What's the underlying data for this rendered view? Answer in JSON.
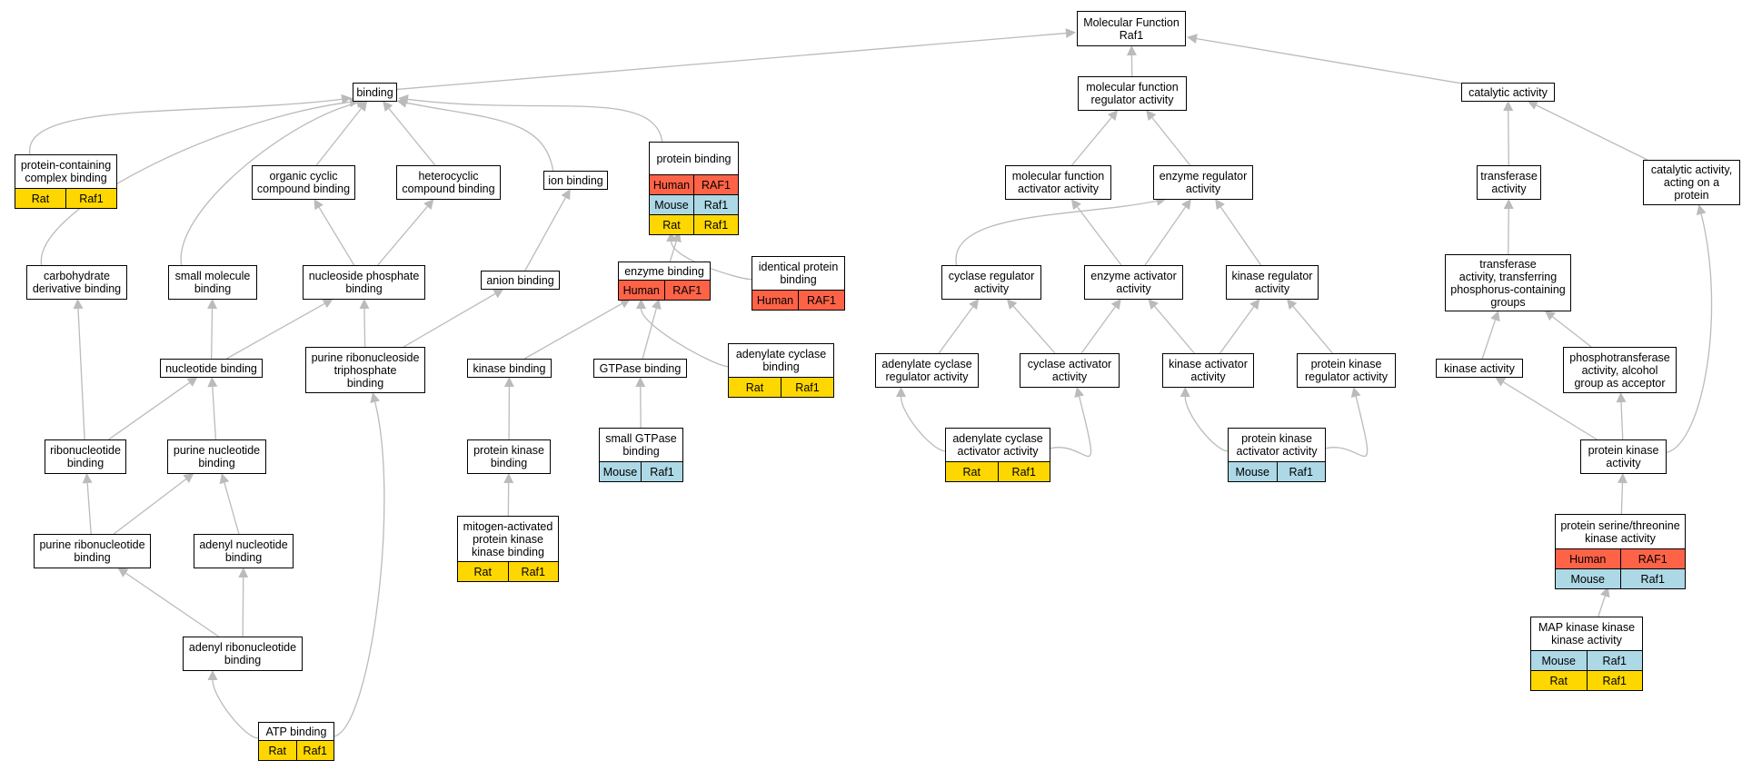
{
  "colors": {
    "human": "#ff6347",
    "mouse": "#add8e6",
    "rat": "#ffd700",
    "edge": "#bbbbbb",
    "border": "#000000"
  },
  "nodes": [
    {
      "id": "mf",
      "label": "Molecular Function\nRaf1",
      "rows": []
    },
    {
      "id": "binding",
      "label": "binding",
      "rows": []
    },
    {
      "id": "mfreg",
      "label": "molecular function\nregulator activity",
      "rows": []
    },
    {
      "id": "catalytic",
      "label": "catalytic activity",
      "rows": []
    },
    {
      "id": "pcb",
      "label": "protein-containing\ncomplex binding",
      "rows": [
        [
          "rat",
          "Rat",
          "Raf1"
        ]
      ]
    },
    {
      "id": "occb",
      "label": "organic cyclic\ncompound binding",
      "rows": []
    },
    {
      "id": "hccb",
      "label": "heterocyclic\ncompound binding",
      "rows": []
    },
    {
      "id": "ionb",
      "label": "ion binding",
      "rows": []
    },
    {
      "id": "protb",
      "label": "protein binding",
      "rows": [
        [
          "human",
          "Human",
          "RAF1"
        ],
        [
          "mouse",
          "Mouse",
          "Raf1"
        ],
        [
          "rat",
          "Rat",
          "Raf1"
        ]
      ]
    },
    {
      "id": "mfact",
      "label": "molecular function\nactivator activity",
      "rows": []
    },
    {
      "id": "enzreg",
      "label": "enzyme regulator\nactivity",
      "rows": []
    },
    {
      "id": "transf",
      "label": "transferase\nactivity",
      "rows": []
    },
    {
      "id": "catprot",
      "label": "catalytic activity,\nacting on a\nprotein",
      "rows": []
    },
    {
      "id": "carb",
      "label": "carbohydrate\nderivative binding",
      "rows": []
    },
    {
      "id": "smb",
      "label": "small molecule\nbinding",
      "rows": []
    },
    {
      "id": "nspb",
      "label": "nucleoside phosphate\nbinding",
      "rows": []
    },
    {
      "id": "anionb",
      "label": "anion binding",
      "rows": []
    },
    {
      "id": "enzb",
      "label": "enzyme binding",
      "rows": [
        [
          "human",
          "Human",
          "RAF1"
        ]
      ]
    },
    {
      "id": "idpb",
      "label": "identical protein\nbinding",
      "rows": [
        [
          "human",
          "Human",
          "RAF1"
        ]
      ]
    },
    {
      "id": "cycreg",
      "label": "cyclase regulator\nactivity",
      "rows": []
    },
    {
      "id": "enzact",
      "label": "enzyme activator\nactivity",
      "rows": []
    },
    {
      "id": "kinreg",
      "label": "kinase regulator\nactivity",
      "rows": []
    },
    {
      "id": "tpcg",
      "label": "transferase\nactivity, transferring\nphosphorus-containing\ngroups",
      "rows": []
    },
    {
      "id": "nucb",
      "label": "nucleotide binding",
      "rows": []
    },
    {
      "id": "prntb",
      "label": "purine ribonucleoside\ntriphosphate\nbinding",
      "rows": []
    },
    {
      "id": "kinb",
      "label": "kinase binding",
      "rows": []
    },
    {
      "id": "gtpb",
      "label": "GTPase binding",
      "rows": []
    },
    {
      "id": "adcb",
      "label": "adenylate cyclase\nbinding",
      "rows": [
        [
          "rat",
          "Rat",
          "Raf1"
        ]
      ]
    },
    {
      "id": "adcreg",
      "label": "adenylate cyclase\nregulator activity",
      "rows": []
    },
    {
      "id": "cycact",
      "label": "cyclase activator\nactivity",
      "rows": []
    },
    {
      "id": "kinact",
      "label": "kinase activator\nactivity",
      "rows": []
    },
    {
      "id": "pkreg",
      "label": "protein kinase\nregulator activity",
      "rows": []
    },
    {
      "id": "kinase",
      "label": "kinase activity",
      "rows": []
    },
    {
      "id": "phosalc",
      "label": "phosphotransferase\nactivity, alcohol\ngroup as acceptor",
      "rows": []
    },
    {
      "id": "ribb",
      "label": "ribonucleotide\nbinding",
      "rows": []
    },
    {
      "id": "purnb",
      "label": "purine nucleotide\nbinding",
      "rows": []
    },
    {
      "id": "pkb",
      "label": "protein kinase\nbinding",
      "rows": []
    },
    {
      "id": "sgtpb",
      "label": "small GTPase\nbinding",
      "rows": [
        [
          "mouse",
          "Mouse",
          "Raf1"
        ]
      ]
    },
    {
      "id": "adcact",
      "label": "adenylate cyclase\nactivator activity",
      "rows": [
        [
          "rat",
          "Rat",
          "Raf1"
        ]
      ]
    },
    {
      "id": "pkact",
      "label": "protein kinase\nactivator activity",
      "rows": [
        [
          "mouse",
          "Mouse",
          "Raf1"
        ]
      ]
    },
    {
      "id": "pka",
      "label": "protein kinase\nactivity",
      "rows": []
    },
    {
      "id": "prb",
      "label": "purine ribonucleotide\nbinding",
      "rows": []
    },
    {
      "id": "adnb",
      "label": "adenyl nucleotide\nbinding",
      "rows": []
    },
    {
      "id": "mapkb",
      "label": "mitogen-activated\nprotein kinase\nkinase binding",
      "rows": [
        [
          "rat",
          "Rat",
          "Raf1"
        ]
      ]
    },
    {
      "id": "pstk",
      "label": "protein serine/threonine\nkinase activity",
      "rows": [
        [
          "human",
          "Human",
          "RAF1"
        ],
        [
          "mouse",
          "Mouse",
          "Raf1"
        ]
      ]
    },
    {
      "id": "arb",
      "label": "adenyl ribonucleotide\nbinding",
      "rows": []
    },
    {
      "id": "mapkkk",
      "label": "MAP kinase kinase\nkinase activity",
      "rows": [
        [
          "mouse",
          "Mouse",
          "Raf1"
        ],
        [
          "rat",
          "Rat",
          "Raf1"
        ]
      ]
    },
    {
      "id": "atpb",
      "label": "ATP binding",
      "rows": [
        [
          "rat",
          "Rat",
          "Raf1"
        ]
      ]
    }
  ]
}
